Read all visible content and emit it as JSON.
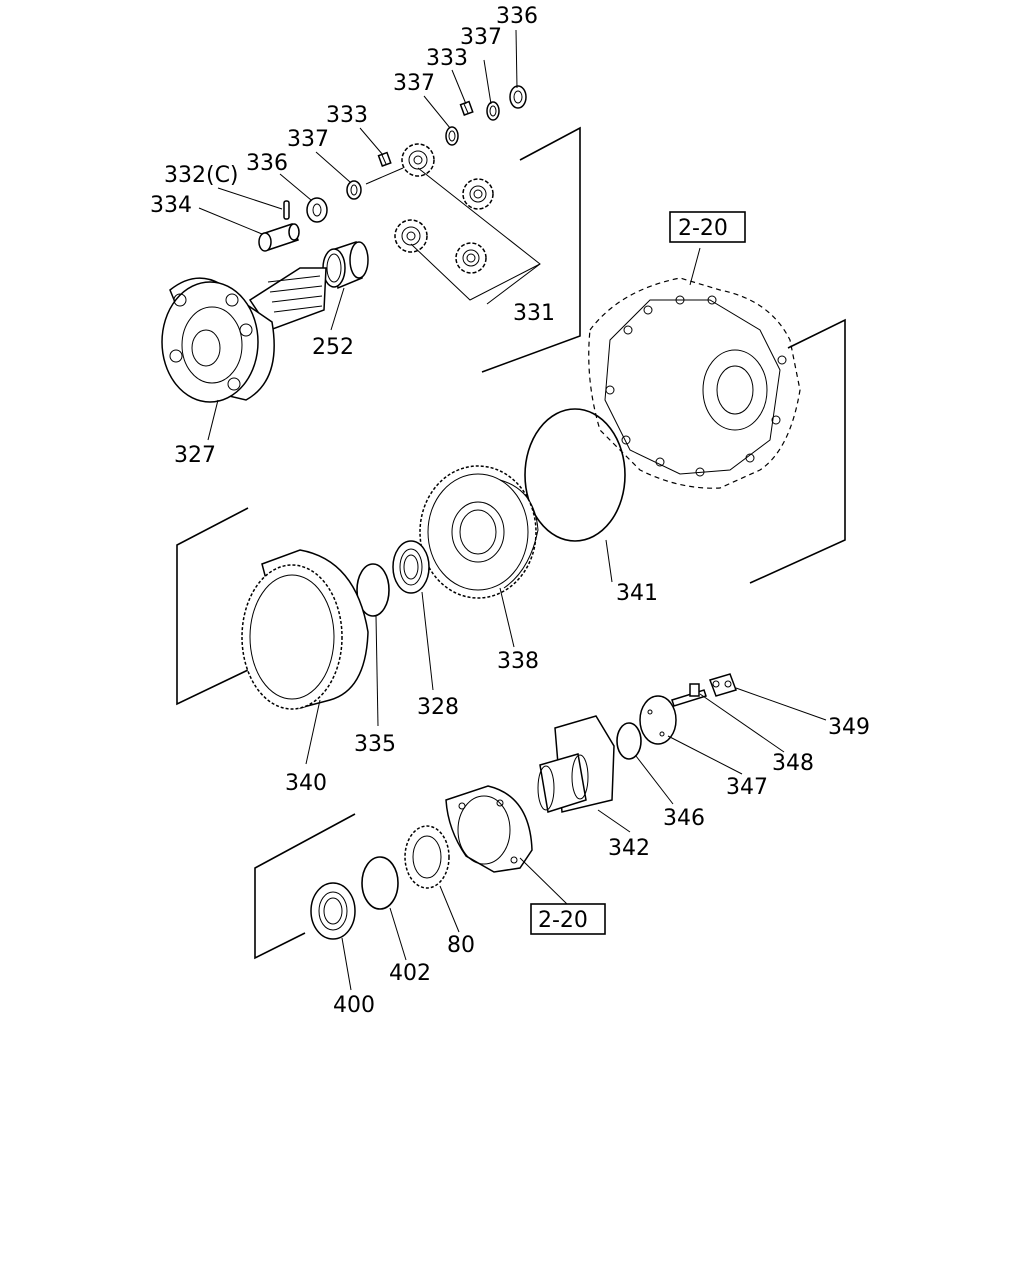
{
  "labels": {
    "p336a": "336",
    "p337a": "337",
    "p333a": "333",
    "p337b": "337",
    "p333b": "333",
    "p337c": "337",
    "p336b": "336",
    "p332": "332(C)",
    "p334": "334",
    "p331": "331",
    "p252": "252",
    "p327": "327",
    "ref1": "2-20",
    "p341": "341",
    "p338": "338",
    "p328": "328",
    "p335": "335",
    "p340": "340",
    "p349": "349",
    "p348": "348",
    "p347": "347",
    "p346": "346",
    "p342": "342",
    "ref2": "2-20",
    "p80": "80",
    "p402": "402",
    "p400": "400"
  }
}
